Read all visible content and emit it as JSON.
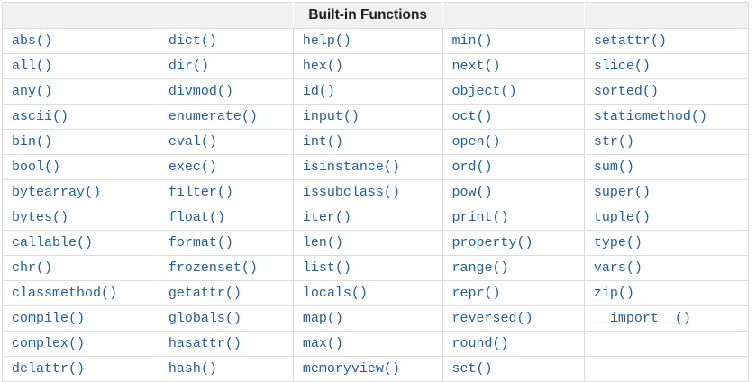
{
  "table": {
    "header_title": "Built-in Functions",
    "columns_pct": [
      21,
      18,
      20,
      19,
      22
    ],
    "rows": [
      [
        "abs()",
        "dict()",
        "help()",
        "min()",
        "setattr()"
      ],
      [
        "all()",
        "dir()",
        "hex()",
        "next()",
        "slice()"
      ],
      [
        "any()",
        "divmod()",
        "id()",
        "object()",
        "sorted()"
      ],
      [
        "ascii()",
        "enumerate()",
        "input()",
        "oct()",
        "staticmethod()"
      ],
      [
        "bin()",
        "eval()",
        "int()",
        "open()",
        "str()"
      ],
      [
        "bool()",
        "exec()",
        "isinstance()",
        "ord()",
        "sum()"
      ],
      [
        "bytearray()",
        "filter()",
        "issubclass()",
        "pow()",
        "super()"
      ],
      [
        "bytes()",
        "float()",
        "iter()",
        "print()",
        "tuple()"
      ],
      [
        "callable()",
        "format()",
        "len()",
        "property()",
        "type()"
      ],
      [
        "chr()",
        "frozenset()",
        "list()",
        "range()",
        "vars()"
      ],
      [
        "classmethod()",
        "getattr()",
        "locals()",
        "repr()",
        "zip()"
      ],
      [
        "compile()",
        "globals()",
        "map()",
        "reversed()",
        "__import__()"
      ],
      [
        "complex()",
        "hasattr()",
        "max()",
        "round()",
        ""
      ],
      [
        "delattr()",
        "hash()",
        "memoryview()",
        "set()",
        ""
      ]
    ]
  },
  "colors": {
    "link_color": "#235f93",
    "header_bg": "#f1f1f1",
    "border": "#dcdcdc",
    "header_divider": "#fafafa",
    "header_text": "#1d1d1d",
    "background": "#ffffff"
  }
}
